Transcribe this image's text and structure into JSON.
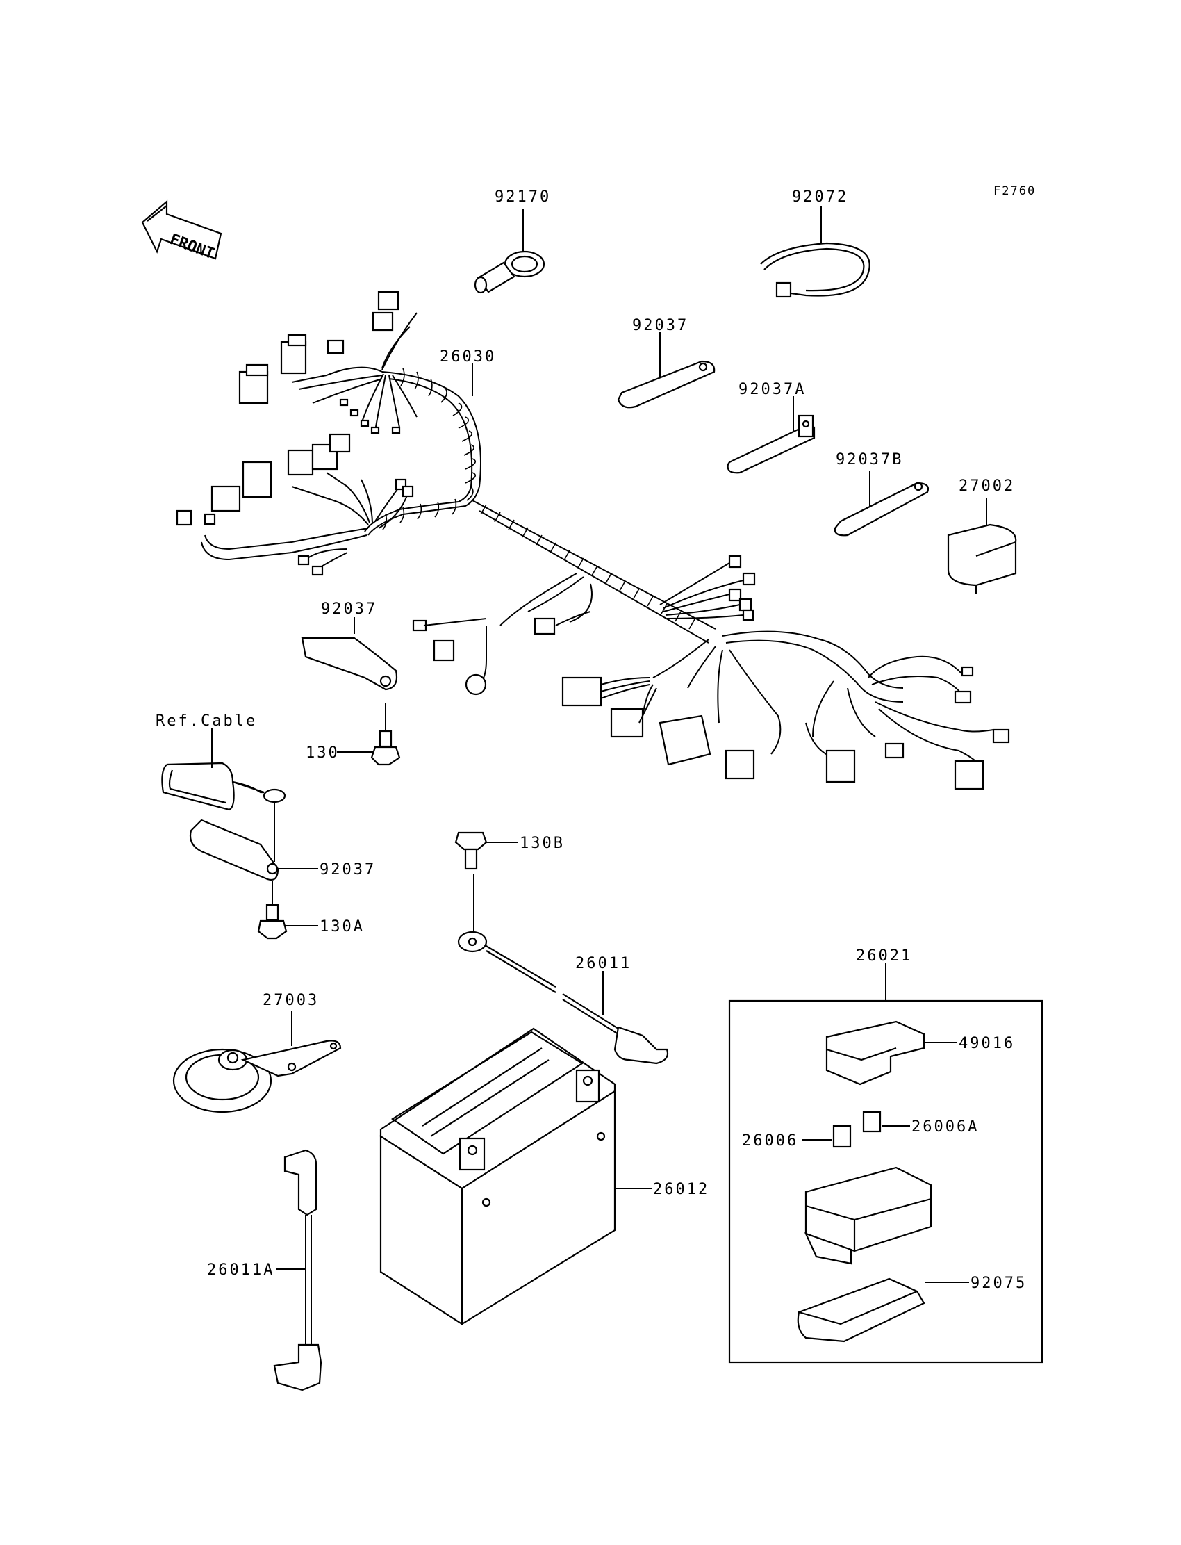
{
  "figure_code": "F2760",
  "direction_label": "FRONT",
  "ref_label": "Ref.Cable",
  "callouts": {
    "p92170": "92170",
    "p92072": "92072",
    "p26030": "26030",
    "p92037_top": "92037",
    "p92037A": "92037A",
    "p92037B": "92037B",
    "p27002": "27002",
    "p92037_mid": "92037",
    "p130": "130",
    "p92037_low": "92037",
    "p130A": "130A",
    "p130B": "130B",
    "p26011": "26011",
    "p26021": "26021",
    "p49016": "49016",
    "p26006": "26006",
    "p26006A": "26006A",
    "p27003": "27003",
    "p26012": "26012",
    "p26011A": "26011A",
    "p92075": "92075"
  }
}
